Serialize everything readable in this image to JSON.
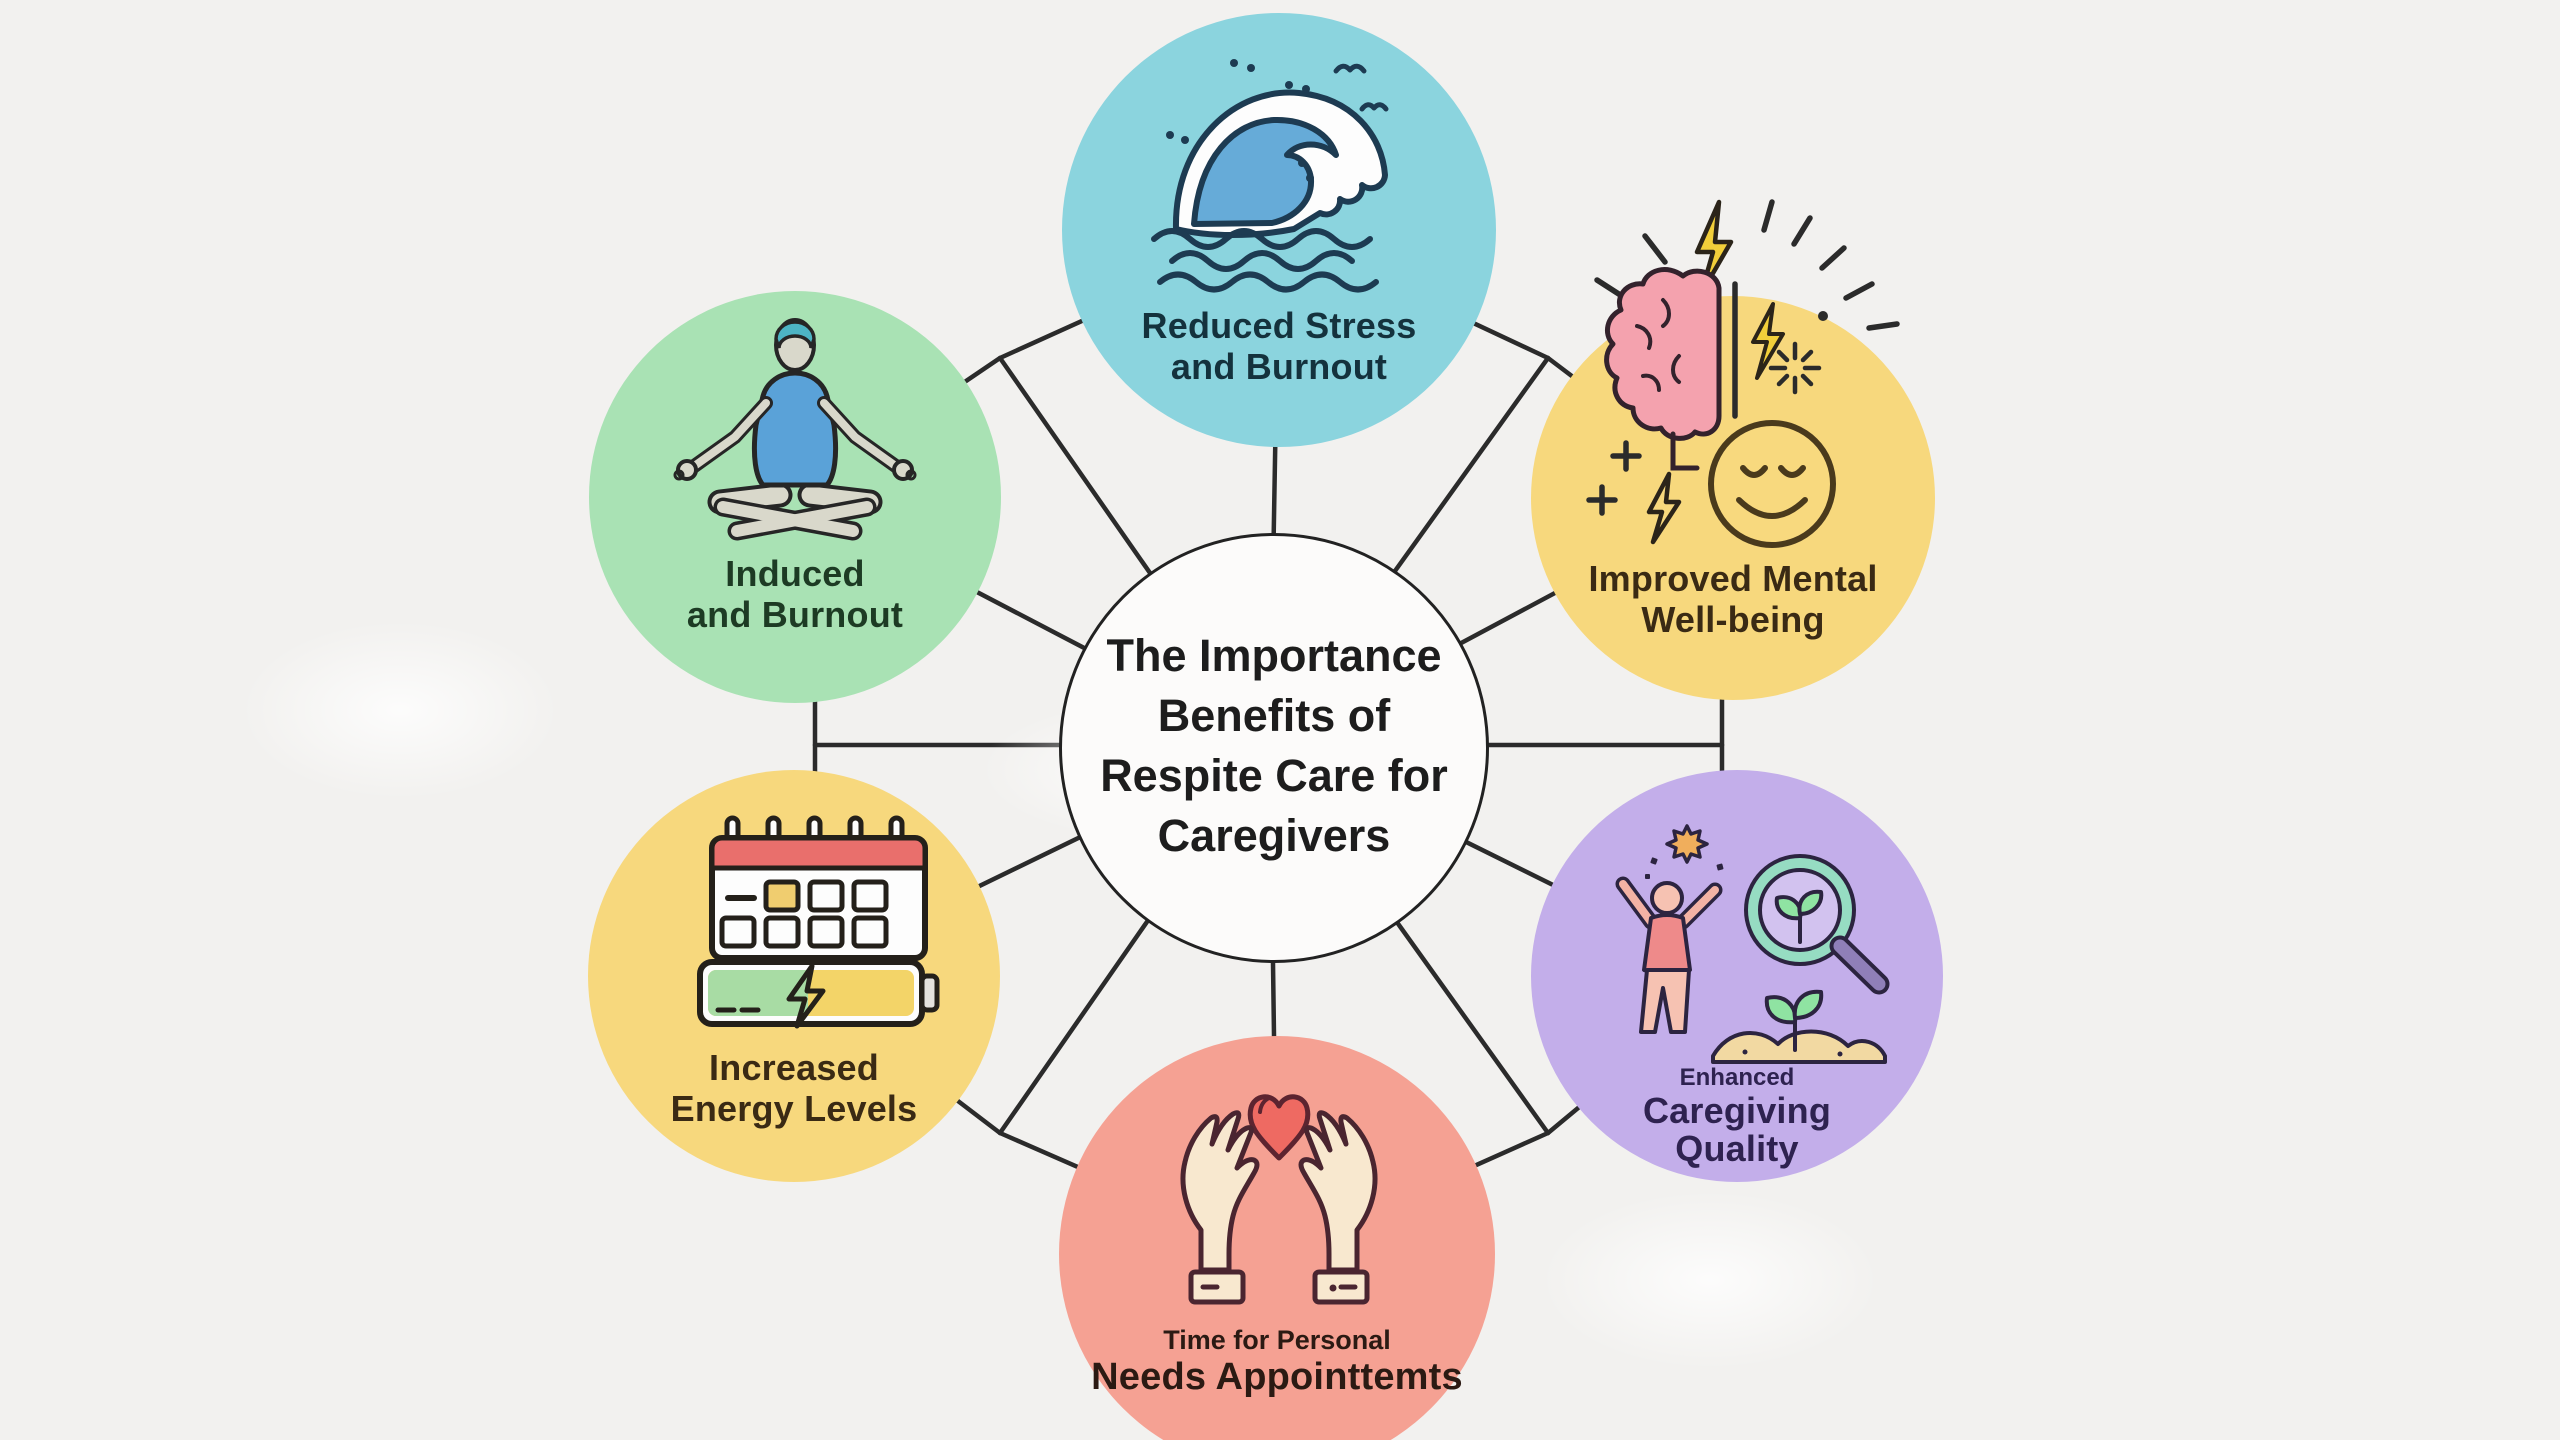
{
  "title": {
    "lines": [
      "The Importance",
      "Benefits of",
      "Respite Care for",
      "Caregivers"
    ]
  },
  "nodes": {
    "top": {
      "icon": "ocean-wave-icon",
      "color": "#8bd4de",
      "text_color": "#14323d",
      "lines": [
        "Reduced Stress",
        "and Burnout"
      ]
    },
    "top_left": {
      "icon": "meditation-person-icon",
      "color": "#a9e2b4",
      "text_color": "#1d3b24",
      "lines": [
        "Induced",
        "and Burnout"
      ]
    },
    "top_right": {
      "icon": "brain-wellbeing-icon",
      "color": "#f7d87d",
      "text_color": "#3a2a14",
      "lines": [
        "Improved Mental",
        "Well-being"
      ]
    },
    "bottom_left": {
      "icon": "calendar-battery-icon",
      "color": "#f7d87d",
      "text_color": "#3a2a14",
      "lines": [
        "Increased",
        "Energy Levels"
      ]
    },
    "bottom_right": {
      "icon": "growth-magnifier-icon",
      "color": "#c3aeea",
      "text_color": "#2e2250",
      "sublabel": "Enhanced",
      "lines": [
        "Caregiving",
        "Quality"
      ]
    },
    "bottom": {
      "icon": "hands-heart-icon",
      "color": "#f5a193",
      "text_color": "#2b1a13",
      "sublabel": "Time for Personal",
      "lines": [
        "Needs Appointtemts"
      ]
    }
  },
  "canvas": {
    "background": "#f2f1ef",
    "line_color": "#2b2b2b",
    "center_fill": "#fcfbfa",
    "center_stroke": "#222222"
  }
}
